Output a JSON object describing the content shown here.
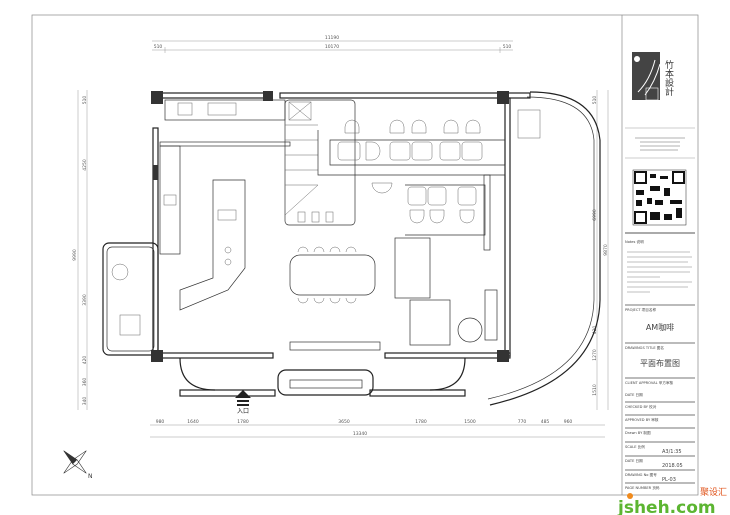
{
  "logo": {
    "text": "竹本設計"
  },
  "title_block": {
    "notes_label": "Notes 说明",
    "project_label": "PROJECT 项目名称",
    "project": "AM咖啡",
    "drawing_title_label": "DRAWINGS TITLE 图名",
    "drawing_title": "平面布置图",
    "client_approval": "CLIENT APPROVAL 甲方审核",
    "date_label": "DATE 日期",
    "checked_by": "CHECKED BY 校对",
    "approved_by": "APPROVED BY 审核",
    "drawn_by": "Drawn BY 制图",
    "scale_label": "SCALE 比例",
    "scale": "A3/1:35",
    "date2_label": "DATE 日期",
    "date": "2018.05",
    "drawing_no_label": "DRAWING No 图号",
    "drawing_no": "PL-03",
    "page_number_label": "PAGE NUMBER 页码"
  },
  "plan": {
    "entrance": "入口",
    "north": "N",
    "dims_top": {
      "total": "11190",
      "left": "510",
      "middle": "10170",
      "right": "510"
    },
    "dims_bottom": {
      "segments": [
        "980",
        "1640",
        "1780",
        "3650",
        "1780",
        "1500",
        "770",
        "485",
        "960"
      ],
      "total": "13340"
    },
    "dims_left": {
      "segments": [
        "510",
        "4250",
        "3390",
        "420",
        "360",
        "340"
      ],
      "total": "9990"
    },
    "dims_right": {
      "segments": [
        "510",
        "6990",
        "420",
        "1270",
        "1510"
      ],
      "total": "9870"
    }
  },
  "watermark": {
    "text": "jsheh.com",
    "cn": "聚设汇"
  }
}
